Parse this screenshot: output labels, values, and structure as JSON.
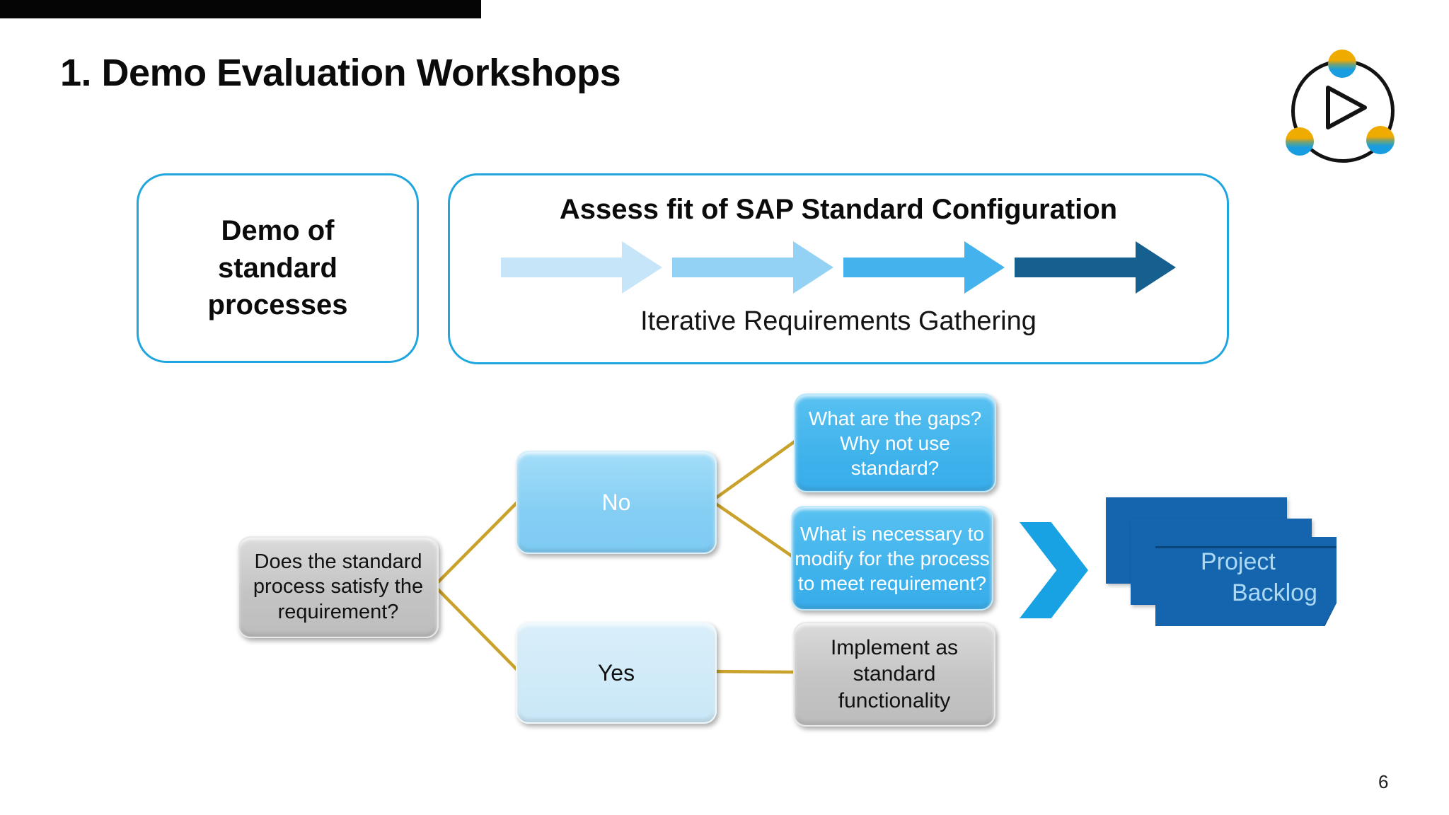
{
  "slide": {
    "title": "1. Demo Evaluation Workshops",
    "page_number": "6"
  },
  "demo_box": {
    "label": "Demo of\nstandard\nprocesses"
  },
  "assess_box": {
    "title": "Assess fit of SAP Standard Configuration",
    "caption": "Iterative Requirements Gathering"
  },
  "flowchart": {
    "decision": "Does the standard\nprocess satisfy the\nrequirement?",
    "no_label": "No",
    "yes_label": "Yes",
    "gaps": "What are the gaps?\nWhy not use standard?",
    "modify": "What is necessary to\nmodify for the process\nto meet requirement?",
    "implement": "Implement as standard\nfunctionality",
    "backlog_line1": "Project",
    "backlog_line2": "Backlog"
  },
  "colors": {
    "outline_accent": "#20a6df",
    "arrow_steps": [
      "#c7e5f8",
      "#93d2f4",
      "#44b3ed",
      "#16608f"
    ],
    "connector_gold": "#c9a22b",
    "chevron_blue": "#18a2e3",
    "backlog_blue": "#1565ae",
    "bright_box_blue": "#41b5ee",
    "no_box_blue": "#8ad0f5",
    "yes_box_blue": "#cfe9f8",
    "gray_box": "#c6c6c6"
  }
}
